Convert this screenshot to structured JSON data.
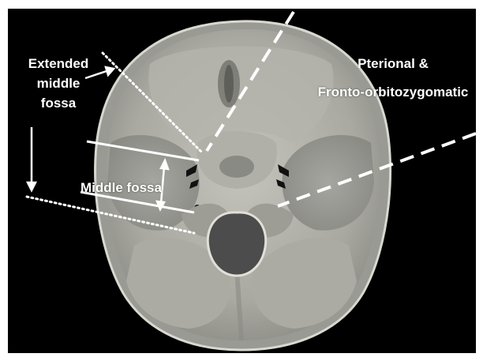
{
  "image": {
    "subject": "skull-base-superior-view",
    "colors": {
      "background": "#000000",
      "bone": "#b8b8b0",
      "bone_shadow": "#7c7c76",
      "annotation": "#ffffff"
    }
  },
  "labels": {
    "extended_middle_fossa": [
      "Extended",
      "middle",
      "fossa"
    ],
    "middle_fossa": "Middle fossa",
    "pterional": [
      "Pterional &",
      "Fronto-orbitozygomatic"
    ]
  }
}
